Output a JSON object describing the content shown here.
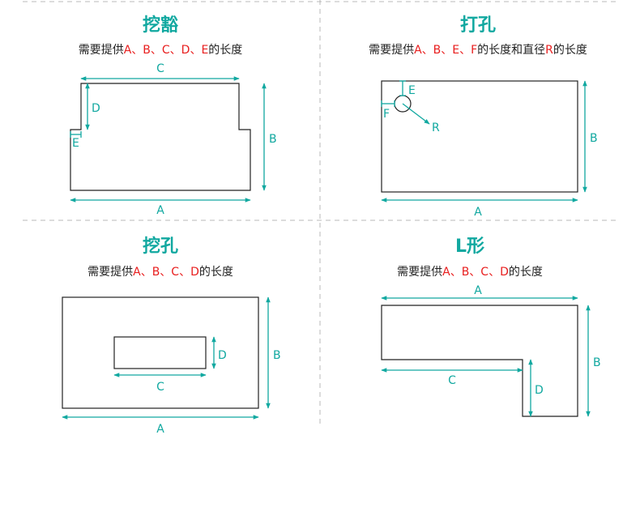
{
  "colors": {
    "accent": "#11a8a0",
    "highlight": "#e81e1e",
    "text": "#222222",
    "outline": "#222222"
  },
  "panels": [
    {
      "title": "挖豁",
      "desc": [
        {
          "text": "需要提供",
          "hl": false
        },
        {
          "text": "A、B、C、D、E",
          "hl": true
        },
        {
          "text": "的长度",
          "hl": false
        }
      ],
      "labels": {
        "A": "A",
        "B": "B",
        "C": "C",
        "D": "D",
        "E": "E"
      }
    },
    {
      "title": "打孔",
      "desc": [
        {
          "text": "需要提供",
          "hl": false
        },
        {
          "text": "A、B、E、F",
          "hl": true
        },
        {
          "text": "的长度和直径",
          "hl": false
        },
        {
          "text": "R",
          "hl": true
        },
        {
          "text": "的长度",
          "hl": false
        }
      ],
      "labels": {
        "A": "A",
        "B": "B",
        "E": "E",
        "F": "F",
        "R": "R"
      }
    },
    {
      "title": "挖孔",
      "desc": [
        {
          "text": "需要提供",
          "hl": false
        },
        {
          "text": "A、B、C、D",
          "hl": true
        },
        {
          "text": "的长度",
          "hl": false
        }
      ],
      "labels": {
        "A": "A",
        "B": "B",
        "C": "C",
        "D": "D"
      }
    },
    {
      "title": "L形",
      "desc": [
        {
          "text": "需要提供",
          "hl": false
        },
        {
          "text": "A、B、C、D",
          "hl": true
        },
        {
          "text": "的长度",
          "hl": false
        }
      ],
      "labels": {
        "A": "A",
        "B": "B",
        "C": "C",
        "D": "D"
      }
    }
  ]
}
